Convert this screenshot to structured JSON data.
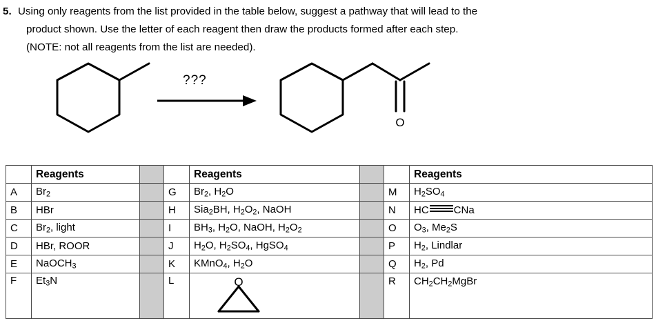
{
  "question": {
    "number": "5.",
    "line1": "Using only reagents from the list provided in the table below, suggest a pathway that will lead to the",
    "line2": "product shown. Use the letter of each reagent then draw the products formed after each step.",
    "line3": "(NOTE: not all reagents from the list are needed)."
  },
  "scheme": {
    "arrow_label": "???",
    "starting_material_name": "methylcyclohexane",
    "product_name": "cyclohexylacetone",
    "product_oxygen_label": "O"
  },
  "table": {
    "header_label": "Reagents",
    "epoxide_oxygen_label": "O",
    "columns": [
      {
        "header": "Reagents",
        "rows": [
          {
            "letter": "A",
            "reagent": "Br2",
            "html": "Br<sub>2</sub>"
          },
          {
            "letter": "B",
            "reagent": "HBr",
            "html": "HBr"
          },
          {
            "letter": "C",
            "reagent": "Br2, light",
            "html": "Br<sub>2</sub>, light"
          },
          {
            "letter": "D",
            "reagent": "HBr, ROOR",
            "html": "HBr, ROOR"
          },
          {
            "letter": "E",
            "reagent": "NaOCH3",
            "html": "NaOCH<sub>3</sub>"
          },
          {
            "letter": "F",
            "reagent": "Et3N",
            "html": "Et<sub>3</sub>N"
          }
        ]
      },
      {
        "header": "Reagents",
        "rows": [
          {
            "letter": "G",
            "reagent": "Br2, H2O",
            "html": "Br<sub>2</sub>, H<sub>2</sub>O"
          },
          {
            "letter": "H",
            "reagent": "Sia2BH, H2O2, NaOH",
            "html": "Sia<sub>2</sub>BH, H<sub>2</sub>O<sub>2</sub>, NaOH"
          },
          {
            "letter": "I",
            "reagent": "BH3, H2O, NaOH, H2O2",
            "html": "BH<sub>3</sub>, H<sub>2</sub>O, NaOH, H<sub>2</sub>O<sub>2</sub>"
          },
          {
            "letter": "J",
            "reagent": "H2O, H2SO4, HgSO4",
            "html": "H<sub>2</sub>O, H<sub>2</sub>SO<sub>4</sub>, HgSO<sub>4</sub>"
          },
          {
            "letter": "K",
            "reagent": "KMnO4, H2O",
            "html": "KMnO<sub>4</sub>, H<sub>2</sub>O"
          },
          {
            "letter": "L",
            "reagent": "epoxide (ethylene oxide structure)",
            "html": ""
          }
        ]
      },
      {
        "header": "Reagents",
        "rows": [
          {
            "letter": "M",
            "reagent": "H2SO4",
            "html": "H<sub>2</sub>SO<sub>4</sub>"
          },
          {
            "letter": "N",
            "reagent": "HC≡CNa",
            "html": ""
          },
          {
            "letter": "O",
            "reagent": "O3, Me2S",
            "html": "O<sub>3</sub>, Me<sub>2</sub>S"
          },
          {
            "letter": "P",
            "reagent": "H2, Lindlar",
            "html": "H<sub>2</sub>, Lindlar"
          },
          {
            "letter": "Q",
            "reagent": "H2, Pd",
            "html": "H<sub>2</sub>, Pd"
          },
          {
            "letter": "R",
            "reagent": "CH2CH2MgBr",
            "html": "CH<sub>2</sub>CH<sub>2</sub>MgBr"
          }
        ]
      }
    ],
    "acetylide": {
      "left": "HC",
      "right": "CNa"
    }
  },
  "colors": {
    "ink": "#000000",
    "grid": "#4a4a4a",
    "spacer": "#cccccc",
    "page": "#ffffff"
  }
}
